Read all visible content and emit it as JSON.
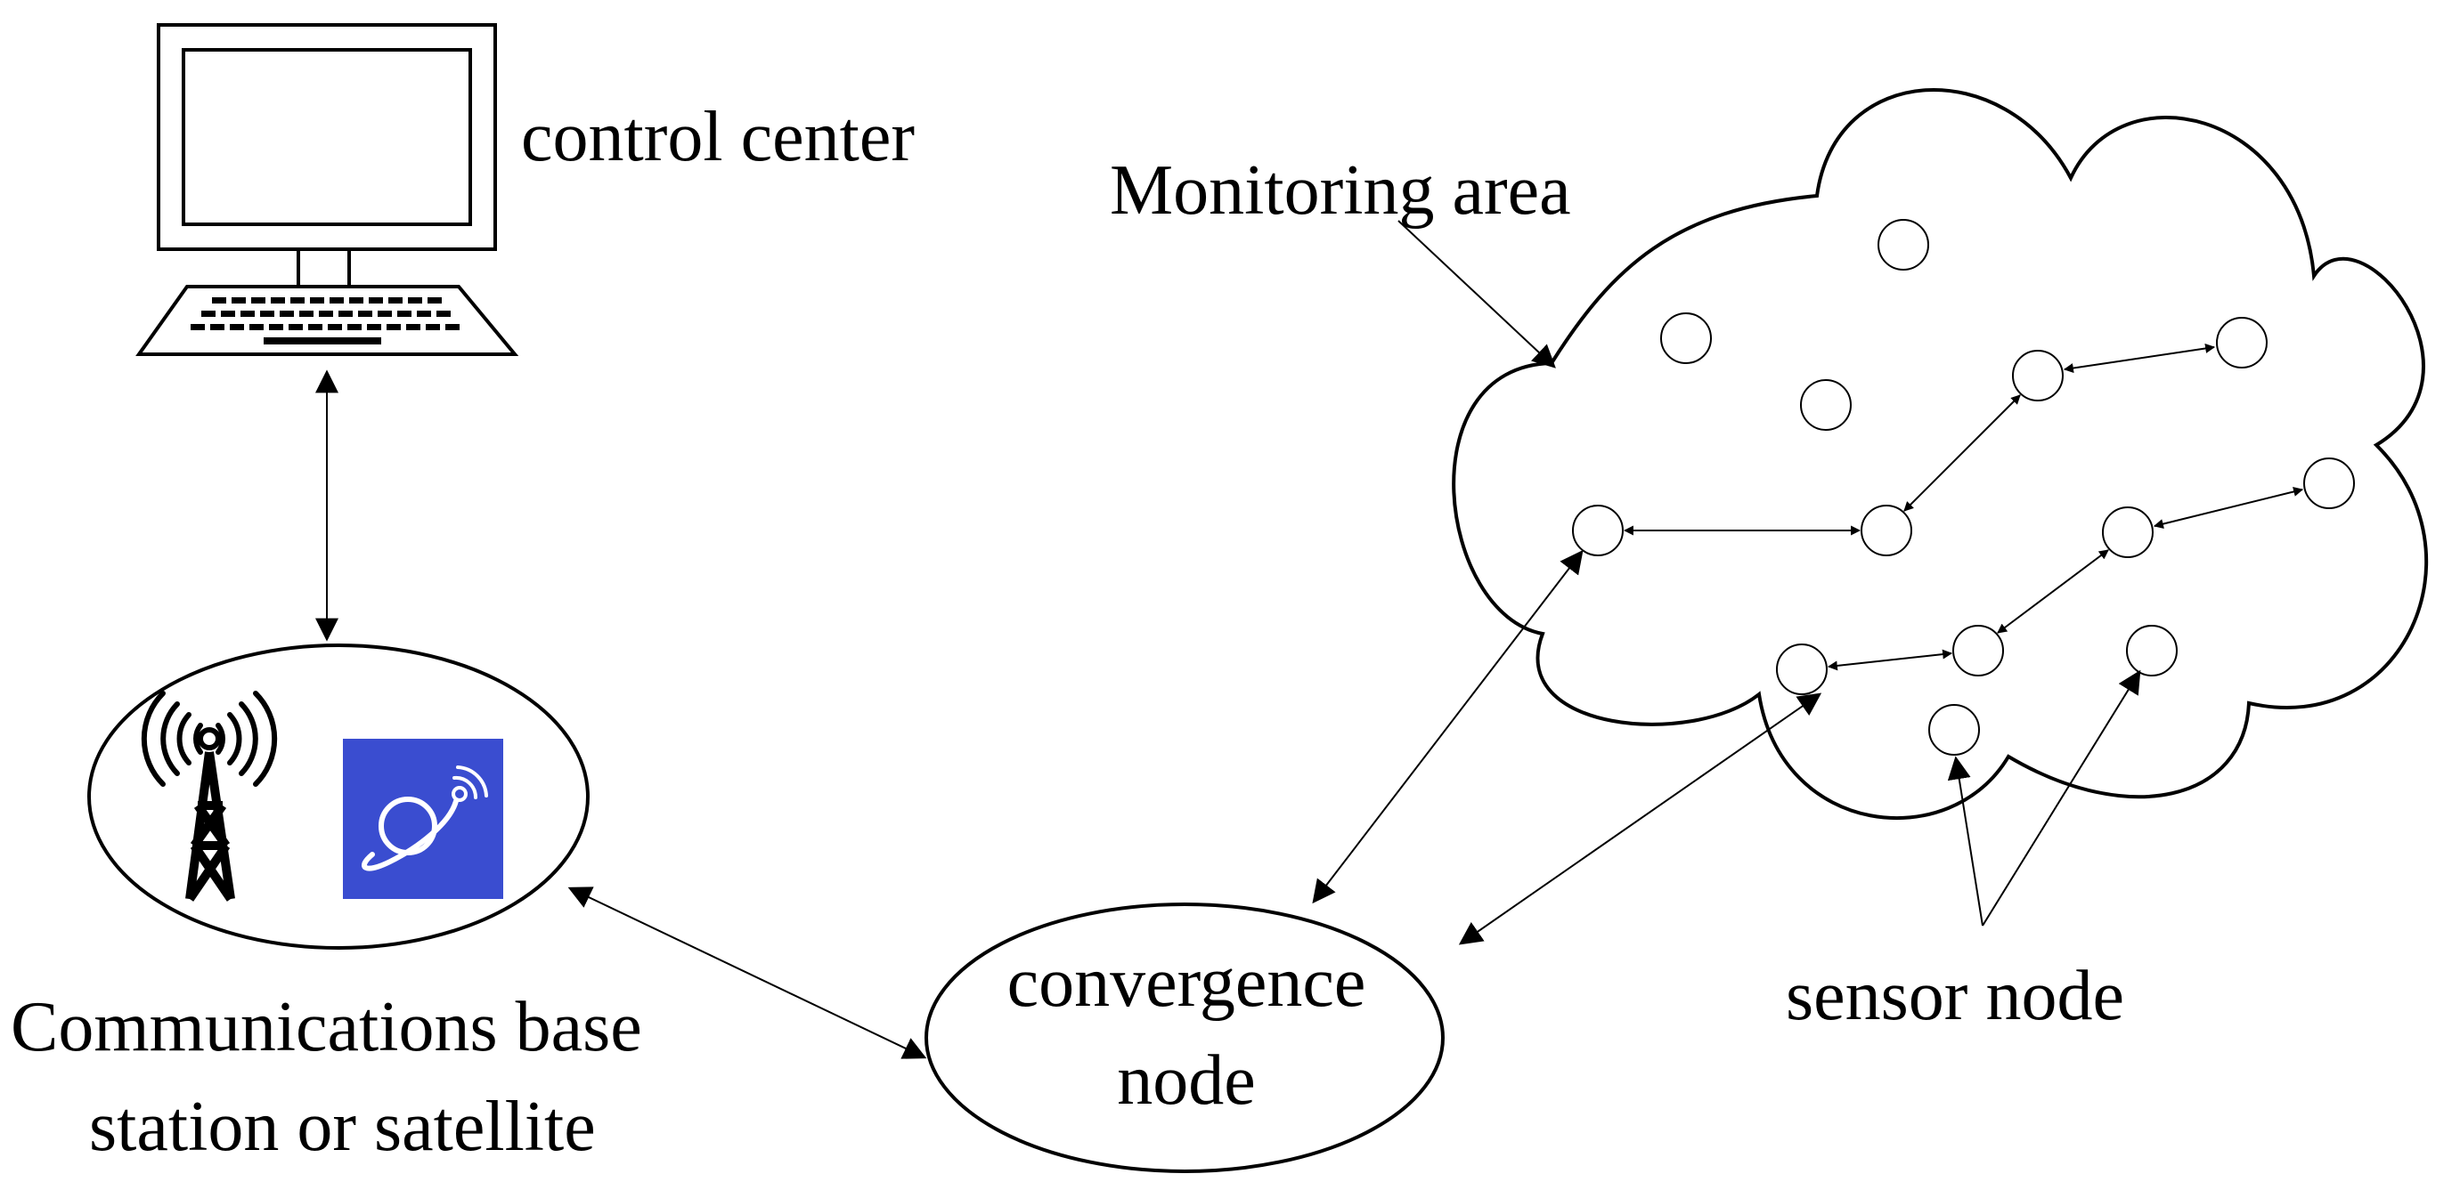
{
  "labels": {
    "control_center": "control center",
    "monitoring_area": "Monitoring area",
    "base_station_line1": "Communications base",
    "base_station_line2": "station or satellite",
    "convergence_line1": "convergence",
    "convergence_line2": "node",
    "sensor_node": "sensor node"
  },
  "icons": {
    "computer": "computer-terminal-icon",
    "tower": "radio-tower-icon",
    "satellite": "satellite-planet-icon"
  },
  "colors": {
    "satellite_tile": "#3a4dd0",
    "stroke": "#000000",
    "background": "#ffffff"
  }
}
